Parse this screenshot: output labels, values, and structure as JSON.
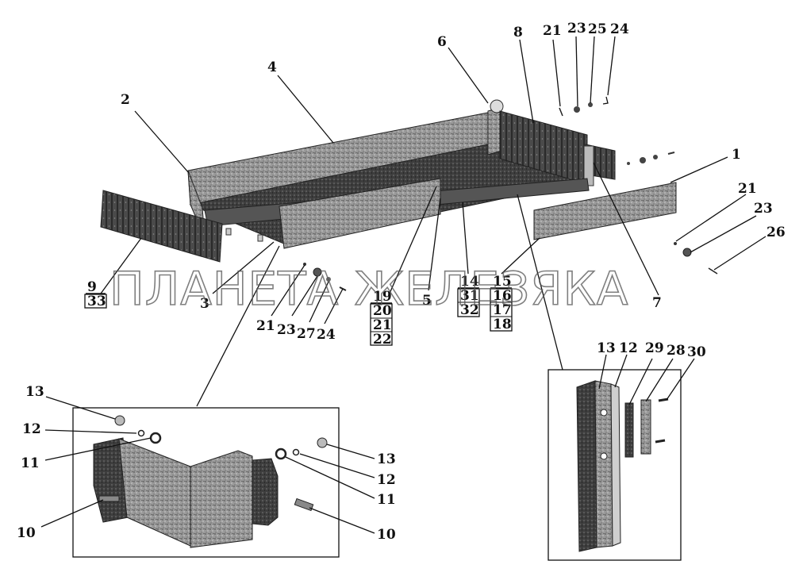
{
  "watermark": "ПЛАНЕТА ЖЕЛЕЗЯКА",
  "callouts": [
    {
      "id": "c1",
      "text": "1"
    },
    {
      "id": "c2",
      "text": "2"
    },
    {
      "id": "c3",
      "text": "3"
    },
    {
      "id": "c4",
      "text": "4"
    },
    {
      "id": "c5",
      "text": "5"
    },
    {
      "id": "c6",
      "text": "6"
    },
    {
      "id": "c7",
      "text": "7"
    },
    {
      "id": "c8",
      "text": "8"
    },
    {
      "id": "t21",
      "text": "21"
    },
    {
      "id": "t23",
      "text": "23"
    },
    {
      "id": "t25",
      "text": "25"
    },
    {
      "id": "t24",
      "text": "24"
    },
    {
      "id": "r21",
      "text": "21"
    },
    {
      "id": "r23",
      "text": "23"
    },
    {
      "id": "r26",
      "text": "26"
    },
    {
      "id": "b21",
      "text": "21"
    },
    {
      "id": "b23",
      "text": "23"
    },
    {
      "id": "b27",
      "text": "27"
    },
    {
      "id": "b24",
      "text": "24"
    },
    {
      "id": "l13",
      "text": "13"
    },
    {
      "id": "l12",
      "text": "12"
    },
    {
      "id": "l11",
      "text": "11"
    },
    {
      "id": "l10",
      "text": "10"
    },
    {
      "id": "m13",
      "text": "13"
    },
    {
      "id": "m12",
      "text": "12"
    },
    {
      "id": "m11",
      "text": "11"
    },
    {
      "id": "m10",
      "text": "10"
    },
    {
      "id": "d13",
      "text": "13"
    },
    {
      "id": "d12",
      "text": "12"
    },
    {
      "id": "d29",
      "text": "29"
    },
    {
      "id": "d28",
      "text": "28"
    },
    {
      "id": "d30",
      "text": "30"
    }
  ],
  "stacks": [
    {
      "id": "s9",
      "items": [
        "9",
        "33"
      ]
    },
    {
      "id": "s19",
      "items": [
        "19",
        "20",
        "21",
        "22"
      ]
    },
    {
      "id": "s14",
      "items": [
        "14",
        "31",
        "32"
      ]
    },
    {
      "id": "s15",
      "items": [
        "15",
        "16",
        "17",
        "18"
      ]
    }
  ]
}
